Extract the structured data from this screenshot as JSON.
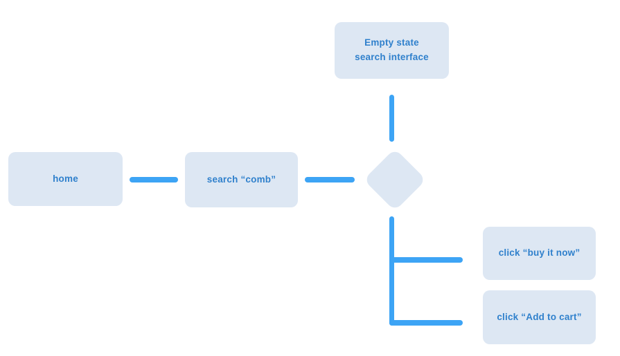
{
  "diagram": {
    "type": "flowchart",
    "nodes": {
      "home": {
        "label": "home"
      },
      "search_comb": {
        "label": "search “comb”"
      },
      "empty_state": {
        "lines": [
          "Empty state",
          "search interface"
        ]
      },
      "decision": {
        "shape": "diamond",
        "label": ""
      },
      "buy_it_now": {
        "label": "click “buy it now”"
      },
      "add_to_cart": {
        "label": "click “Add to cart”"
      }
    },
    "edges": [
      {
        "from": "home",
        "to": "search_comb"
      },
      {
        "from": "search_comb",
        "to": "decision"
      },
      {
        "from": "decision",
        "to": "empty_state"
      },
      {
        "from": "decision",
        "to": "buy_it_now"
      },
      {
        "from": "decision",
        "to": "add_to_cart"
      }
    ],
    "colors": {
      "background": "#ffffff",
      "node_fill": "#dde7f3",
      "connector": "#3da4f5",
      "text": "#2f80cc"
    }
  }
}
